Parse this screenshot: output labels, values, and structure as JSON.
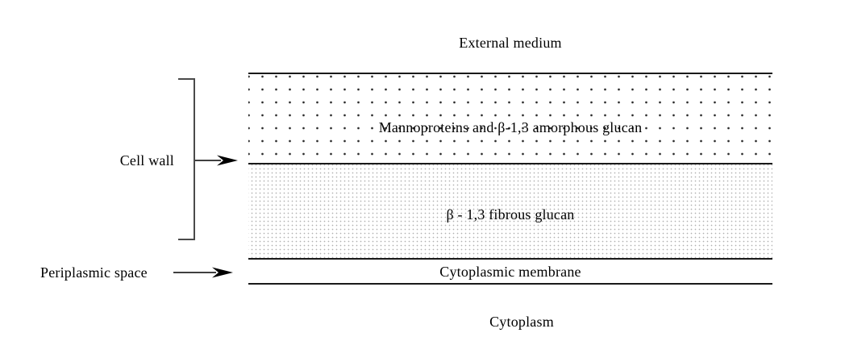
{
  "diagram": {
    "external_medium_label": "External medium",
    "cytoplasm_label": "Cytoplasm",
    "layers": {
      "amorphous_glucan": "Mannoproteins and β-1,3 amorphous glucan",
      "fibrous_glucan": "β - 1,3 fibrous glucan",
      "cytoplasmic_membrane": "Cytoplasmic membrane"
    },
    "annotations": {
      "cell_wall": "Cell wall",
      "periplasmic_space": "Periplasmic space"
    },
    "colors": {
      "line": "#1a1a1a",
      "bracket": "#4a4a4a",
      "coarse_dot": "#2a2a2a",
      "fine_dot": "#b0b0b0",
      "background": "#ffffff",
      "text": "#000000"
    }
  }
}
